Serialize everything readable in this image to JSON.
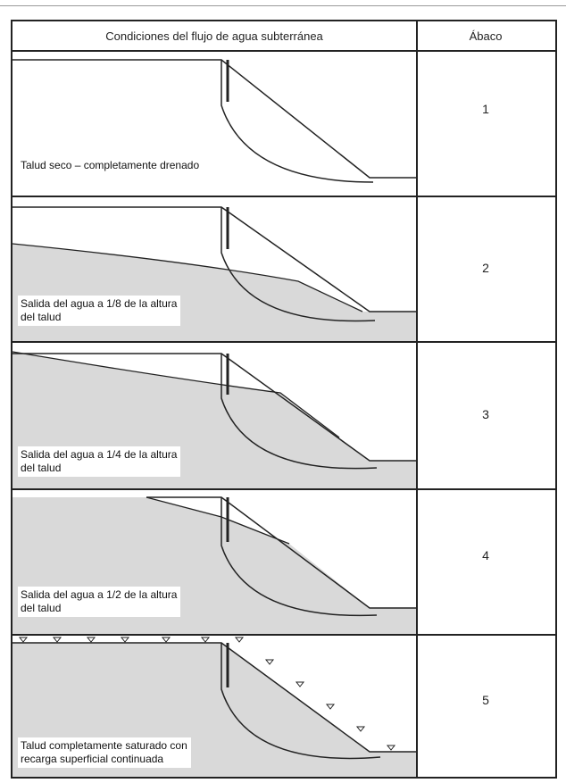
{
  "table": {
    "headers": {
      "conditions": "Condiciones del flujo de agua subterránea",
      "chart": "Ábaco"
    },
    "rows": [
      {
        "caption": "Talud seco – completamente drenado",
        "chart_number": "1"
      },
      {
        "caption": "Salida del agua a 1/8 de la altura\ndel talud",
        "chart_number": "2"
      },
      {
        "caption": "Salida del agua a 1/4 de la altura\ndel talud",
        "chart_number": "3"
      },
      {
        "caption": "Salida del agua a 1/2 de la altura\ndel talud",
        "chart_number": "4"
      },
      {
        "caption": "Talud completamente saturado con\nrecarga superficial continuada",
        "chart_number": "5"
      }
    ]
  },
  "colors": {
    "line": "#222222",
    "saturated_fill": "#d9d9d9"
  }
}
